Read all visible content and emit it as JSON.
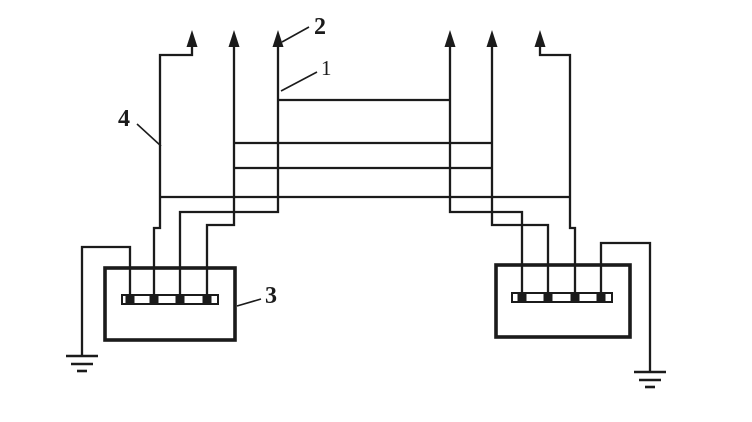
{
  "figure": {
    "background": "#ffffff",
    "line_color": "#1b1b1b",
    "labels": [
      {
        "id": "connecting-wire-label",
        "text": "1"
      },
      {
        "id": "arrow-terminal-label",
        "text": "2"
      },
      {
        "id": "connector-box-label",
        "text": "3"
      },
      {
        "id": "conductor-label",
        "text": "4"
      }
    ]
  }
}
